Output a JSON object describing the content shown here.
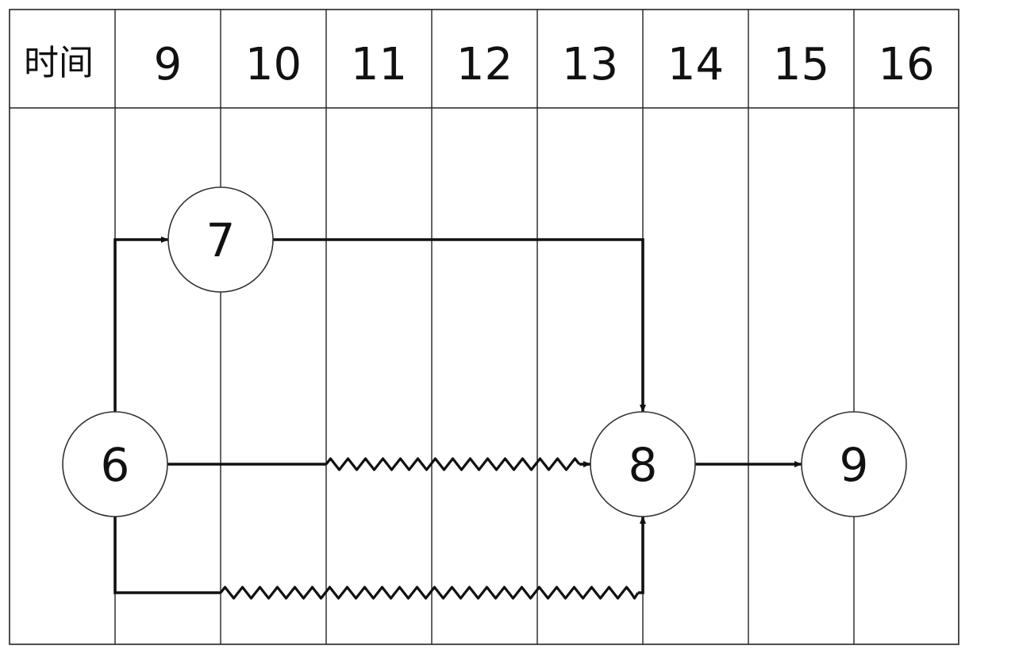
{
  "header": {
    "row_label": "时间",
    "columns": [
      "9",
      "10",
      "11",
      "12",
      "13",
      "14",
      "15",
      "16"
    ]
  },
  "nodes": [
    {
      "id": "6",
      "label": "6",
      "column": "9",
      "lane": "middle"
    },
    {
      "id": "7",
      "label": "7",
      "column": "10",
      "lane": "top"
    },
    {
      "id": "8",
      "label": "8",
      "column": "14",
      "lane": "middle"
    },
    {
      "id": "9",
      "label": "9",
      "column": "16",
      "lane": "middle"
    }
  ],
  "activities": [
    {
      "from": "6",
      "to": "7",
      "kind": "solid"
    },
    {
      "from": "7",
      "to": "8",
      "kind": "solid"
    },
    {
      "from": "6",
      "to": "8",
      "kind": "solid-then-wavy",
      "solid_until": "11"
    },
    {
      "from": "6",
      "to": "8",
      "kind": "solid-then-wavy",
      "solid_until": "10",
      "route": "bottom"
    },
    {
      "from": "8",
      "to": "9",
      "kind": "solid"
    }
  ],
  "colors": {
    "line": "#111111",
    "grid": "#222222",
    "background": "#ffffff"
  }
}
